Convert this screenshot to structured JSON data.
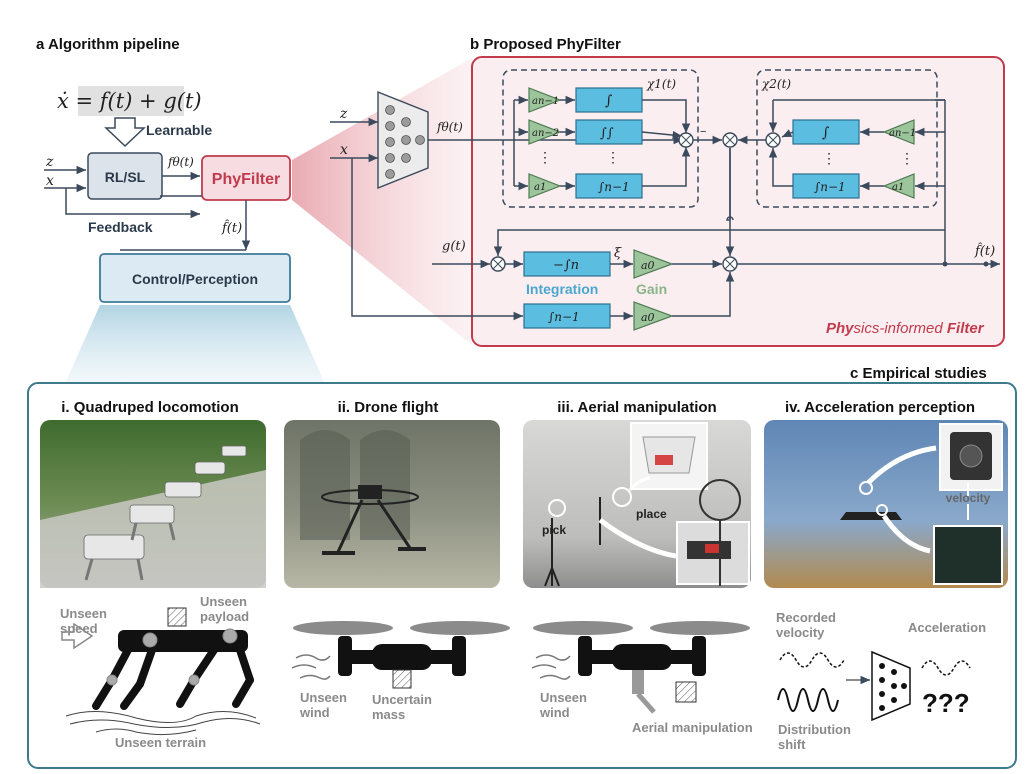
{
  "panel_a": {
    "heading": "a  Algorithm pipeline",
    "equation_lhs": "ẋ = f(t) + g(t)",
    "learnable": "Learnable",
    "input_z": "z",
    "input_x": "x",
    "rl_sl": "RL/SL",
    "f_theta": "fθ(t)",
    "phyfilter": "PhyFilter",
    "feedback": "Feedback",
    "f_hat": "f̂(t)",
    "control_perception": "Control/Perception"
  },
  "panel_b": {
    "heading": "b  Proposed PhyFilter",
    "input_z": "z",
    "input_x": "x",
    "f_theta": "fθ(t)",
    "chi1": "χ1(t)",
    "chi2": "χ2(t)",
    "int1": "∫",
    "int2": "∫∫",
    "vdots": "⋮",
    "intn1": "∫n−1",
    "an1": "an−1",
    "an2": "an−2",
    "a1": "a1",
    "g": "g(t)",
    "neg_int_n": "−∫n",
    "xi": "ξ",
    "a0": "a0",
    "integration": "Integration",
    "gain": "Gain",
    "f_hat_out": "f̂(t)",
    "minus": "−",
    "caption_part1": "Phy",
    "caption_part2": "sics-informed ",
    "caption_part3": "Filter"
  },
  "panel_c": {
    "heading": "c  Empirical studies",
    "i": {
      "title": "i. Quadruped locomotion",
      "speed": "Unseen speed",
      "payload": "Unseen payload",
      "terrain": "Unseen terrain"
    },
    "ii": {
      "title": "ii. Drone flight",
      "wind": "Unseen wind",
      "mass": "Uncertain mass"
    },
    "iii": {
      "title": "iii. Aerial manipulation",
      "pick": "pick",
      "place": "place",
      "wind": "Unseen wind",
      "manip": "Aerial manipulation"
    },
    "iv": {
      "title": "iv. Acceleration perception",
      "velocity": "velocity",
      "recorded": "Recorded velocity",
      "acceleration": "Acceleration",
      "qqq": "???",
      "shift": "Distribution shift"
    }
  },
  "colors": {
    "red": "#c23b4d",
    "blue_box": "#5bbde0",
    "green_tri": "#9cc59c",
    "panel_border": "#3d7a8a"
  }
}
